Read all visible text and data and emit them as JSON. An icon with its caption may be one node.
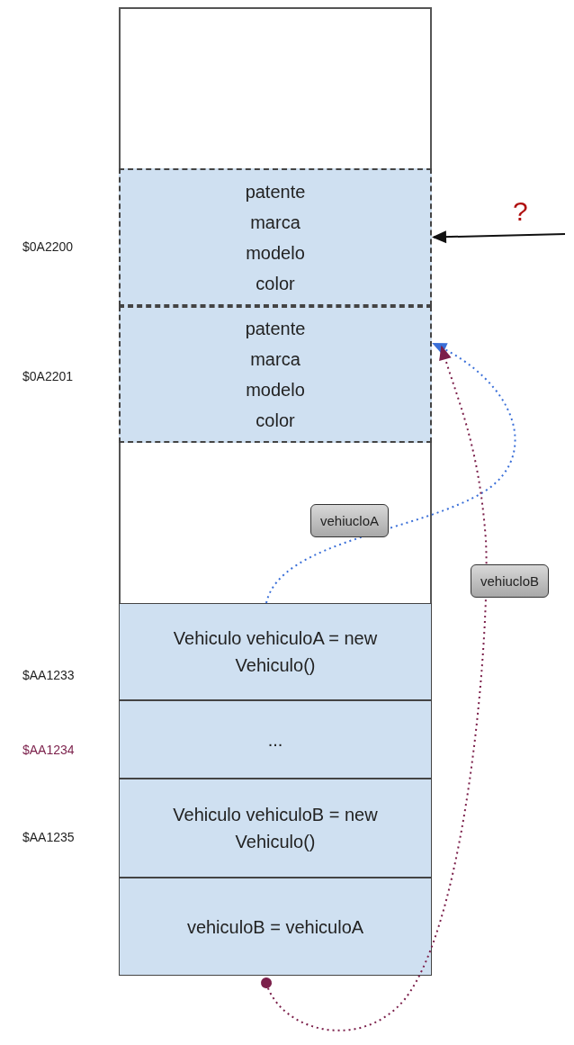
{
  "diagram": {
    "nodes": [
      {
        "text": [],
        "shape": "box"
      },
      {
        "text": [
          "patente",
          "marca",
          "modelo",
          "color"
        ],
        "in": 0,
        "beside": [
          "$0A2200"
        ]
      },
      {
        "text": [
          "patente",
          "marca",
          "modelo",
          "color"
        ],
        "in": 0,
        "beside": [
          "$0A2201"
        ]
      },
      {
        "text": [
          "Vehiculo vehiculoA = new Vehiculo()"
        ],
        "in": 0,
        "beside": [
          "$AA1233"
        ]
      },
      {
        "text": [
          "..."
        ],
        "in": 0,
        "beside": [
          "$AA1234"
        ]
      },
      {
        "text": [
          "Vehiculo vehiculoB = new Vehiculo()"
        ],
        "in": 0,
        "beside": [
          "$AA1235"
        ]
      },
      {
        "text": [
          "vehiculoB = vehiculoA"
        ],
        "in": 0
      }
    ],
    "edges": [
      {
        "from": null,
        "to": 1,
        "arrow": "to",
        "label": "?"
      },
      {
        "from": 3,
        "to": 2,
        "arrow": "to",
        "label": "vehiucloA",
        "style": "dashed",
        "color": "#3a6fd8"
      },
      {
        "from": 6,
        "to": 2,
        "arrow": "to",
        "label": "vehiucloB",
        "style": "dashed",
        "color": "#7b1f4a"
      }
    ]
  }
}
